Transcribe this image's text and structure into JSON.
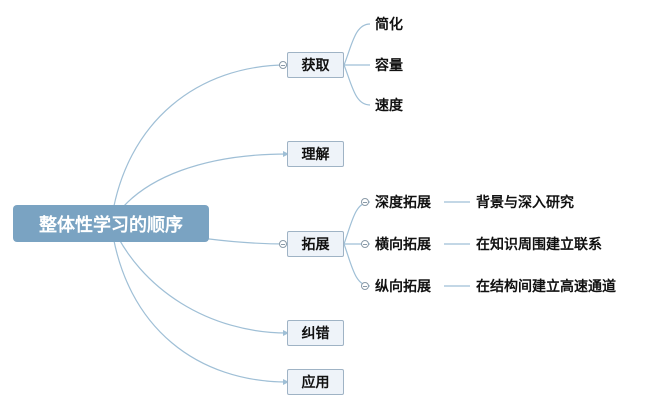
{
  "root": {
    "label": "整体性学习的顺序"
  },
  "branches": [
    {
      "label": "获取",
      "children": [
        "简化",
        "容量",
        "速度"
      ]
    },
    {
      "label": "理解"
    },
    {
      "label": "拓展",
      "children": [
        {
          "label": "深度拓展",
          "detail": "背景与深入研究"
        },
        {
          "label": "横向拓展",
          "detail": "在知识周围建立联系"
        },
        {
          "label": "纵向拓展",
          "detail": "在结构间建立高速通道"
        }
      ]
    },
    {
      "label": "纠错"
    },
    {
      "label": "应用"
    }
  ],
  "colors": {
    "root_fill": "#7aa3c2",
    "line": "#9fbfd6",
    "branch_fill": "#eef3f9",
    "branch_border": "#9fb3c5"
  }
}
